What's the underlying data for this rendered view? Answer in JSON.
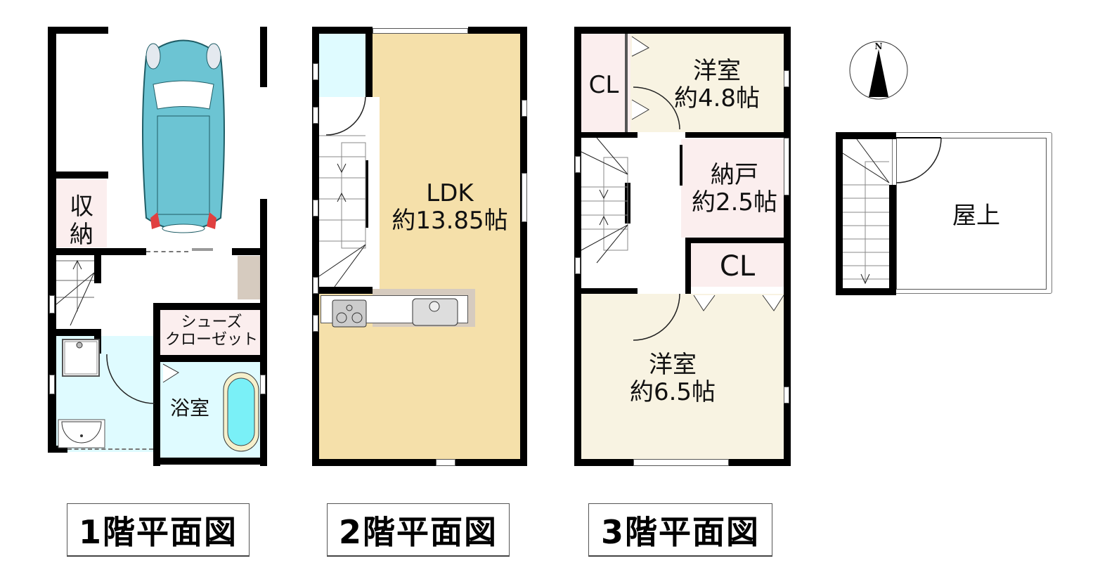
{
  "floors": {
    "floor1": {
      "caption": "1階平面図",
      "rooms": {
        "storage": "収納",
        "shoe_closet_line1": "シューズ",
        "shoe_closet_line2": "クローゼット",
        "bathroom": "浴室"
      },
      "parking": "car-icon"
    },
    "floor2": {
      "caption": "2階平面図",
      "rooms": {
        "ldk_name": "LDK",
        "ldk_size": "約13.85帖"
      }
    },
    "floor3": {
      "caption": "3階平面図",
      "rooms": {
        "western1_name": "洋室",
        "western1_size": "約4.8帖",
        "closet1": "CL",
        "storeroom_name": "納戸",
        "storeroom_size": "約2.5帖",
        "closet2": "CL",
        "western2_name": "洋室",
        "western2_size": "約6.5帖"
      }
    },
    "roof": {
      "name": "屋上"
    }
  },
  "compass": {
    "label": "N"
  },
  "colors": {
    "wall": "#000000",
    "ldk": "#f5e0aa",
    "western_room": "#f8f3e2",
    "closet": "#fbeeee",
    "wet_area": "#dffbff",
    "car": "#6cc4d3",
    "counter": "#d6cbbf"
  }
}
